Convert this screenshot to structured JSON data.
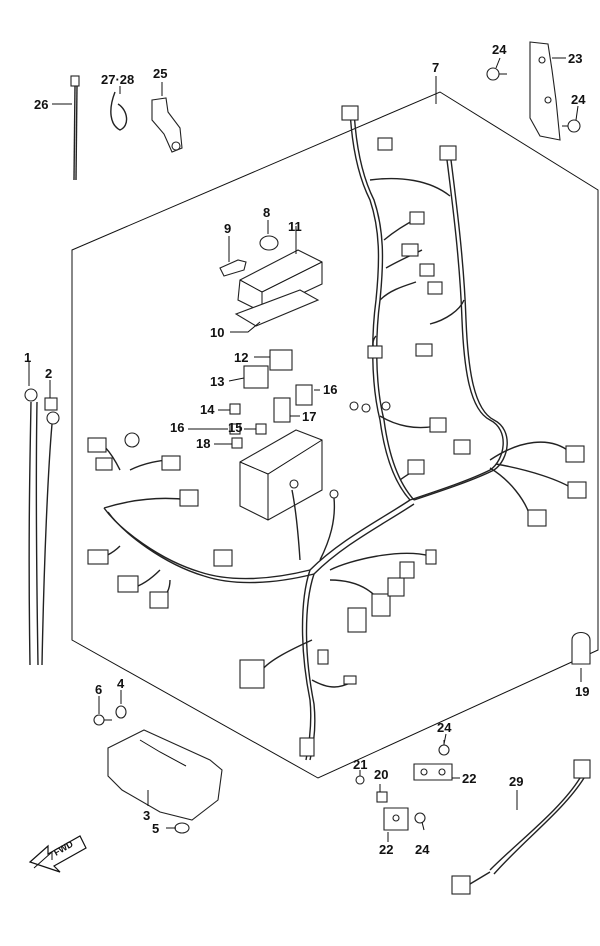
{
  "diagram": {
    "callouts": [
      {
        "id": "c1",
        "label": "1"
      },
      {
        "id": "c2",
        "label": "2"
      },
      {
        "id": "c3",
        "label": "3"
      },
      {
        "id": "c4",
        "label": "4"
      },
      {
        "id": "c5",
        "label": "5"
      },
      {
        "id": "c6",
        "label": "6"
      },
      {
        "id": "c7",
        "label": "7"
      },
      {
        "id": "c8",
        "label": "8"
      },
      {
        "id": "c9",
        "label": "9"
      },
      {
        "id": "c10",
        "label": "10"
      },
      {
        "id": "c11",
        "label": "11"
      },
      {
        "id": "c12",
        "label": "12"
      },
      {
        "id": "c13",
        "label": "13"
      },
      {
        "id": "c14",
        "label": "14"
      },
      {
        "id": "c15",
        "label": "15"
      },
      {
        "id": "c16a",
        "label": "16"
      },
      {
        "id": "c16b",
        "label": "16"
      },
      {
        "id": "c17",
        "label": "17"
      },
      {
        "id": "c18",
        "label": "18"
      },
      {
        "id": "c19",
        "label": "19"
      },
      {
        "id": "c20",
        "label": "20"
      },
      {
        "id": "c21",
        "label": "21"
      },
      {
        "id": "c22a",
        "label": "22"
      },
      {
        "id": "c22b",
        "label": "22"
      },
      {
        "id": "c23",
        "label": "23"
      },
      {
        "id": "c24a",
        "label": "24"
      },
      {
        "id": "c24b",
        "label": "24"
      },
      {
        "id": "c24c",
        "label": "24"
      },
      {
        "id": "c24d",
        "label": "24"
      },
      {
        "id": "c25",
        "label": "25"
      },
      {
        "id": "c26",
        "label": "26"
      },
      {
        "id": "c27",
        "label": "27·28"
      },
      {
        "id": "c29",
        "label": "29"
      }
    ],
    "fwd_label": "FWD"
  }
}
